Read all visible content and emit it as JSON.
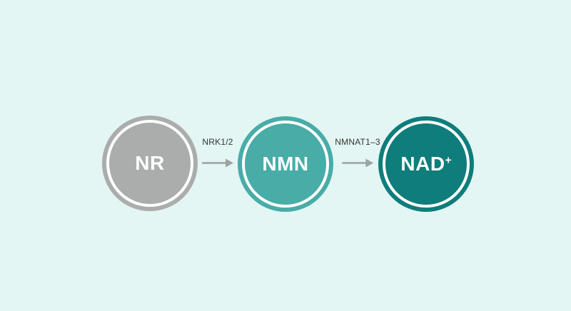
{
  "canvas": {
    "background": "#E3F6F4"
  },
  "diagram": {
    "nodes": [
      {
        "id": "nr",
        "label": "NR",
        "fill": "#AAADAC"
      },
      {
        "id": "nmn",
        "label": "NMN",
        "fill": "#48ACA7"
      },
      {
        "id": "nad",
        "label": "NAD",
        "superscript": "+",
        "fill": "#0F7D7B"
      }
    ],
    "arrows": [
      {
        "label": "NRK1/2",
        "from": "NR",
        "to": "NMN"
      },
      {
        "label": "NMNAT1–3",
        "from": "NMN",
        "to": "NAD+"
      }
    ],
    "ring_color": "#FFFFFF",
    "node_text_color": "#FDFEFE",
    "arrow_color": "#9DA3A2",
    "enzyme_label_color": "#333333"
  }
}
